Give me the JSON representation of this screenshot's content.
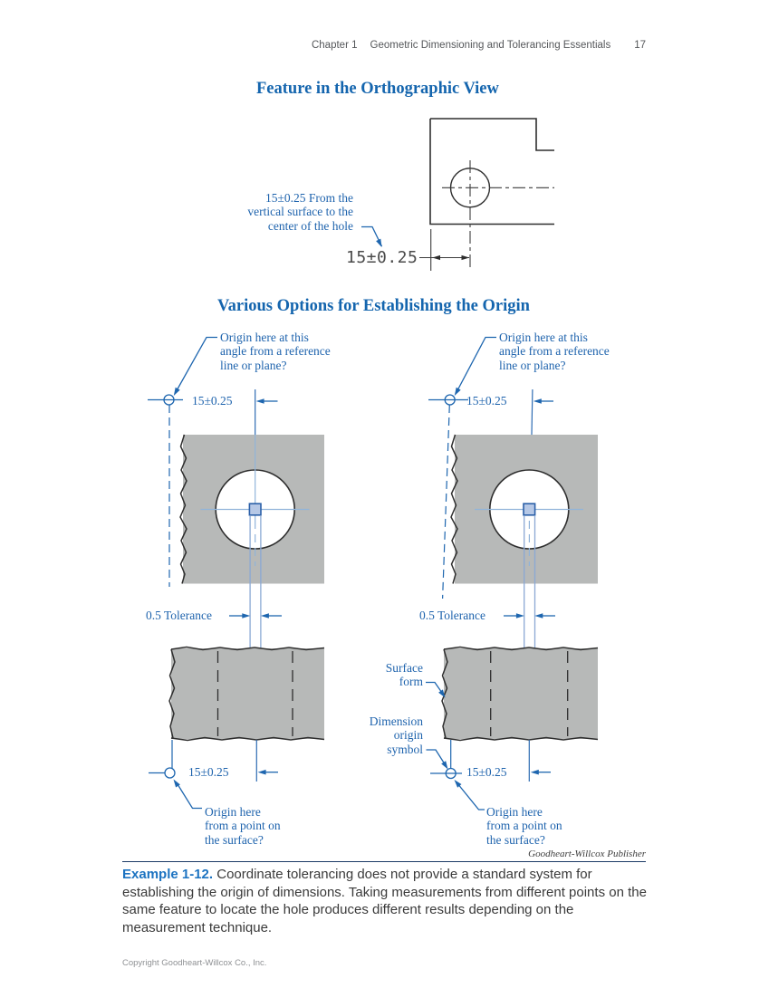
{
  "page": {
    "header": {
      "chapter": "Chapter 1",
      "book_section": "Geometric Dimensioning and Tolerancing Essentials",
      "page_number": "17"
    },
    "section1_title": "Feature in the Orthographic View",
    "section2_title": "Various Options for Establishing the Origin",
    "credit": "Goodheart-Willcox Publisher",
    "caption": {
      "label": "Example 1-12.",
      "text": " Coordinate tolerancing does not provide a standard system for establishing the origin of dimensions. Taking measurements from different points on the same feature to locate the hole produces different results depending on the measurement technique."
    },
    "footer": "Copyright Goodheart-Willcox Co., Inc."
  },
  "figure1": {
    "annotation": "15±0.25 From the\nvertical surface to the\ncenter of the hole",
    "dimension": "15±0.25"
  },
  "figure2": {
    "left": {
      "origin_angle_label": "Origin here at this\nangle from a reference\nline or plane?",
      "dim_top": "15±0.25",
      "tolerance_label": "0.5 Tolerance",
      "dim_bottom": "15±0.25",
      "origin_point_label": "Origin here\nfrom a point on\nthe surface?"
    },
    "right": {
      "origin_angle_label": "Origin here at this\nangle from a reference\nline or plane?",
      "dim_top": "15±0.25",
      "tolerance_label": "0.5 Tolerance",
      "surface_form_label": "Surface\nform",
      "dimension_origin_symbol_label": "Dimension\norigin\nsymbol",
      "dim_bottom": "15±0.25",
      "origin_point_label": "Origin here\nfrom a point on\nthe surface?"
    }
  },
  "colors": {
    "accent_blue": "#1e66af",
    "light_blue": "#91b4da",
    "block_gray": "#b7b9b8",
    "band_fill": "#c4cee3",
    "caption_label_blue": "#1c73c1",
    "rule_navy": "#1c3a66"
  }
}
